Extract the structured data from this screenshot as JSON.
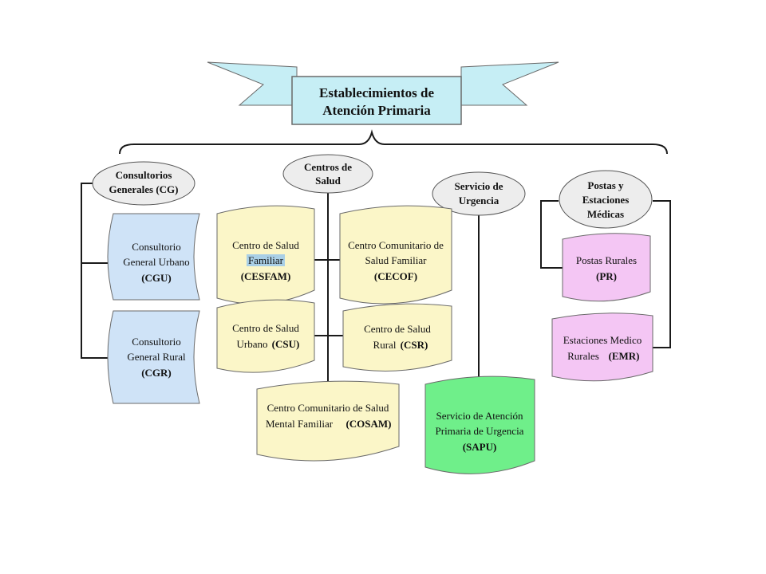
{
  "colors": {
    "banner": "#c6eef5",
    "category": "#ededed",
    "cg_boxes": "#cfe3f7",
    "centros_boxes": "#fbf6c8",
    "urgencia_box": "#6fef8a",
    "postas_boxes": "#f4c6f4",
    "highlight": "#a9cfe6"
  },
  "title": {
    "line1": "Establecimientos de",
    "line2": "Atención Primaria"
  },
  "categories": {
    "cg": {
      "line1": "Consultorios",
      "line2": "Generales (CG)"
    },
    "centros": {
      "line1": "Centros de",
      "line2": "Salud"
    },
    "urgencia": {
      "line1": "Servicio de",
      "line2": "Urgencia"
    },
    "postas": {
      "line1": "Postas y",
      "line2": "Estaciones",
      "line3": "Médicas"
    }
  },
  "boxes": {
    "cgu": {
      "line1": "Consultorio",
      "line2": "General Urbano",
      "abbr": "(CGU)"
    },
    "cgr": {
      "line1": "Consultorio",
      "line2": "General Rural",
      "abbr": "(CGR)"
    },
    "cesfam": {
      "line1": "Centro de Salud",
      "line2": "Familiar",
      "abbr": "(CESFAM)"
    },
    "cecof": {
      "line1": "Centro Comunitario de",
      "line2": "Salud Familiar",
      "abbr": "(CECOF)"
    },
    "csu": {
      "line1": "Centro de Salud",
      "line2": "Urbano",
      "abbr": "(CSU)"
    },
    "csr": {
      "line1": "Centro de Salud",
      "line2": "Rural",
      "abbr": "(CSR)"
    },
    "cosam": {
      "line1": "Centro Comunitario de Salud",
      "line2": "Mental Familiar",
      "abbr": "(COSAM)"
    },
    "sapu": {
      "line1": "Servicio de Atención",
      "line2": "Primaria de Urgencia",
      "abbr": "(SAPU)"
    },
    "pr": {
      "line1": "Postas Rurales",
      "abbr": "(PR)"
    },
    "emr": {
      "line1": "Estaciones Medico",
      "line2": "Rurales",
      "abbr": "(EMR)"
    }
  }
}
